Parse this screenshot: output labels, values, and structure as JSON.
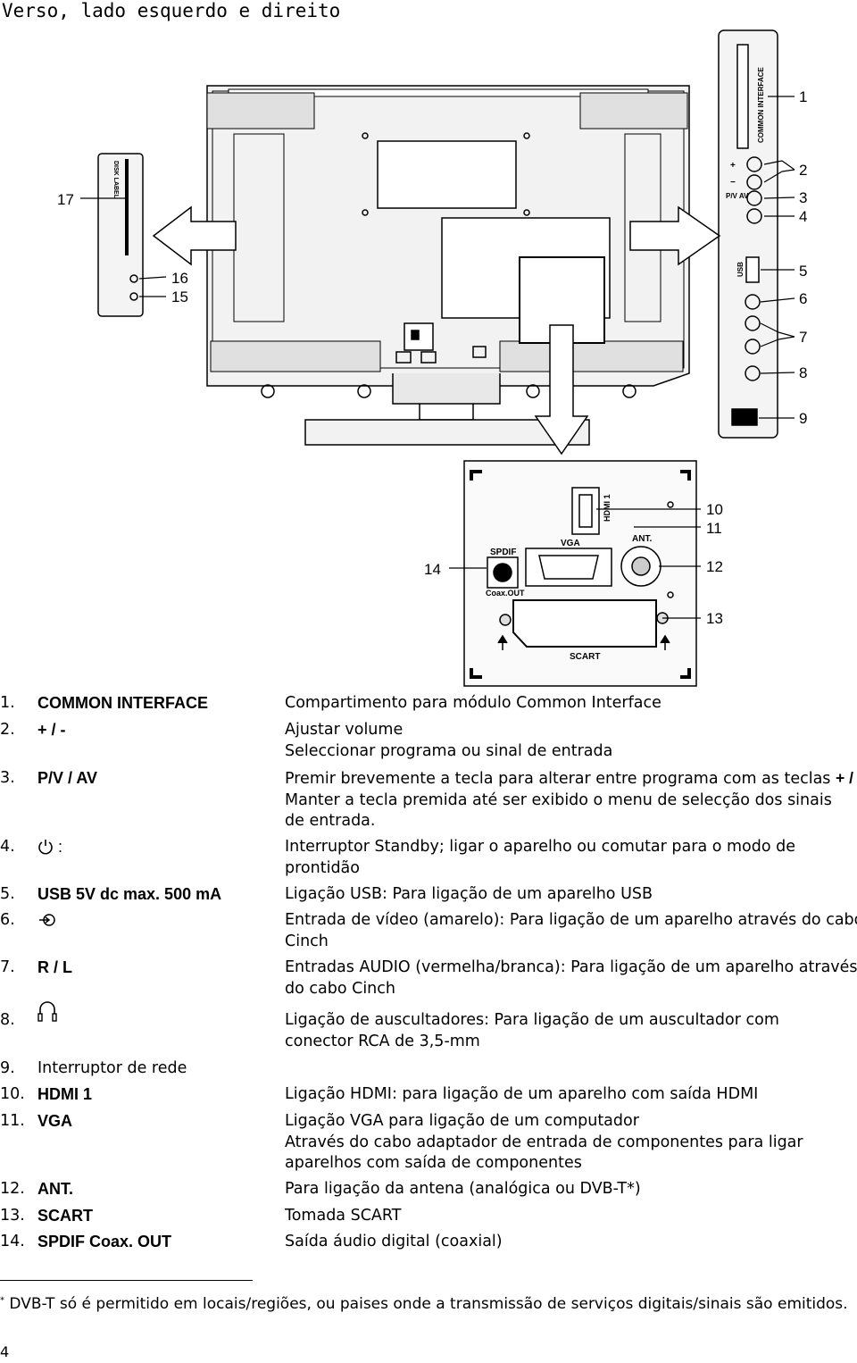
{
  "page": {
    "title": "Verso, lado esquerdo e direito",
    "page_number": "4"
  },
  "diagram": {
    "side_labels": {
      "common_interface": "COMMON INTERFACE",
      "pv_av": "P/V AV",
      "plus": "+",
      "minus": "−",
      "usb": "USB",
      "disk_label": "DISK LABEL"
    },
    "connector_labels": {
      "spdif": "SPDIF",
      "coax_out": "Coax.OUT",
      "vga": "VGA",
      "hdmi1": "HDMI 1",
      "ant": "ANT.",
      "scart": "SCART"
    },
    "callouts": {
      "c1": "1",
      "c2": "2",
      "c3": "3",
      "c4": "4",
      "c5": "5",
      "c6": "6",
      "c7": "7",
      "c8": "8",
      "c9": "9",
      "c10": "10",
      "c11": "11",
      "c12": "12",
      "c13": "13",
      "c14": "14",
      "c15": "15",
      "c16": "16",
      "c17": "17"
    }
  },
  "items": [
    {
      "num": "1.",
      "term": "COMMON INTERFACE",
      "desc": [
        "Compartimento para módulo Common Interface"
      ]
    },
    {
      "num": "2.",
      "term": "+ / -",
      "desc": [
        "Ajustar volume",
        "Seleccionar programa ou sinal de entrada"
      ]
    },
    {
      "num": "3.",
      "term": "P/V / AV",
      "desc_a": "Premir brevemente a tecla para alterar entre programa com as teclas ",
      "desc_b": "+ / -",
      "desc_c": ";",
      "desc": [
        "Manter a tecla premida até ser exibido o menu de selecção dos sinais",
        "de entrada."
      ]
    },
    {
      "num": "4.",
      "term": ":",
      "icon": "power-icon",
      "desc": [
        "Interruptor Standby; ligar o aparelho ou comutar para o modo de",
        "prontidão"
      ]
    },
    {
      "num": "5.",
      "term": "USB 5V dc max. 500 mA",
      "desc": [
        "Ligação USB: Para ligação de um aparelho USB"
      ]
    },
    {
      "num": "6.",
      "term": "",
      "icon": "video-input-icon",
      "desc": [
        "Entrada de vídeo (amarelo): Para ligação de um aparelho através do cabo",
        "Cinch"
      ]
    },
    {
      "num": "7.",
      "term": "R / L",
      "desc": [
        "Entradas AUDIO (vermelha/branca): Para ligação de um aparelho através",
        "do cabo Cinch"
      ]
    },
    {
      "num": "8.",
      "term": "",
      "icon": "headphones-icon",
      "desc": [
        "Ligação de auscultadores: Para ligação de um auscultador com",
        "conector RCA de 3,5-mm"
      ]
    },
    {
      "num": "9.",
      "term": "Interruptor de rede",
      "desc": []
    },
    {
      "num": "10.",
      "term": "HDMI 1",
      "desc": [
        "Ligação HDMI: para ligação de um aparelho com saída HDMI"
      ]
    },
    {
      "num": "11.",
      "term": "VGA",
      "desc": [
        "Ligação VGA para ligação de um computador",
        "Através do cabo adaptador de entrada de componentes para ligar",
        "aparelhos com saída de componentes"
      ]
    },
    {
      "num": "12.",
      "term": "ANT.",
      "desc": [
        "Para ligação da antena (analógica ou DVB-T*)"
      ]
    },
    {
      "num": "13.",
      "term": "SCART",
      "desc": [
        "Tomada SCART"
      ]
    },
    {
      "num": "14.",
      "term": "SPDIF Coax. OUT",
      "desc": [
        "Saída áudio digital (coaxial)"
      ]
    }
  ],
  "footnote": {
    "mark": "*",
    "text": " DVB-T só é permitido em locais/regiões, ou paises onde a transmissão de serviços digitais/sinais são emitidos."
  }
}
